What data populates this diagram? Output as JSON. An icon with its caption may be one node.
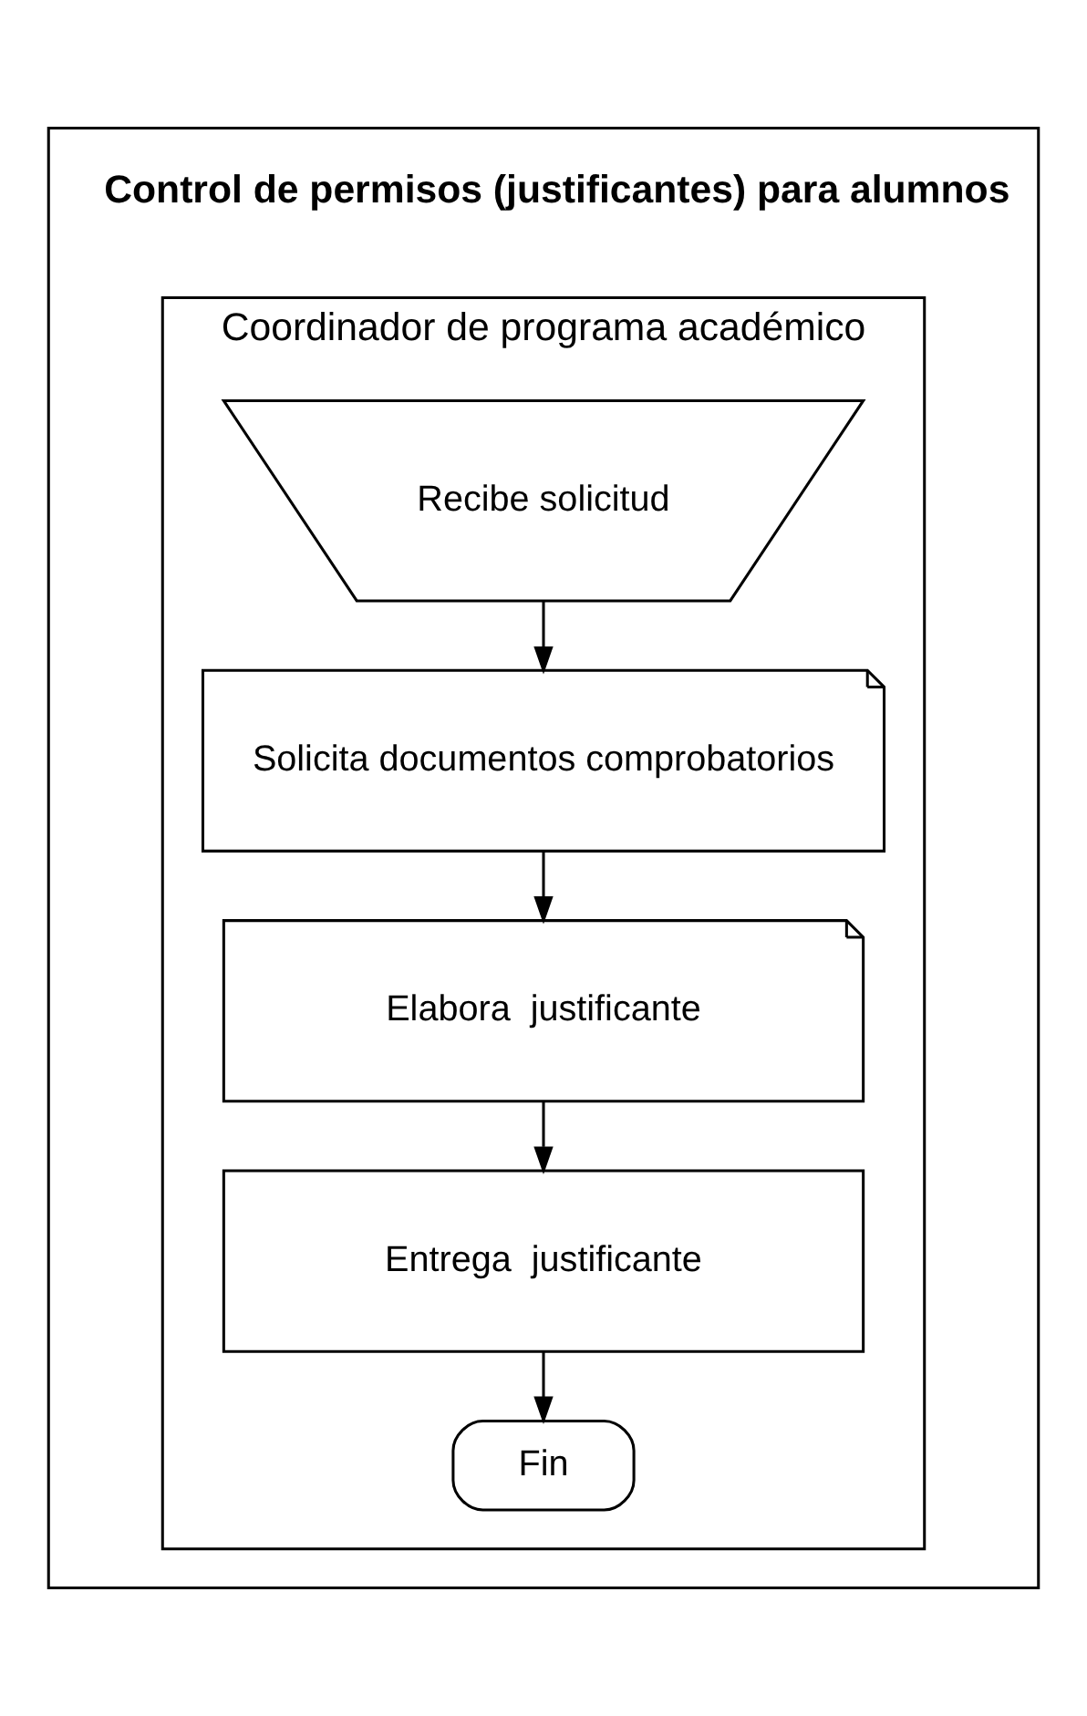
{
  "diagram": {
    "nodes": [
      {
        "text": [
          "Control de permisos (justificantes) para alumnos"
        ]
      },
      {
        "text": [
          "Coordinador de programa académico"
        ],
        "in": 0
      },
      {
        "text": [
          "Recibe solicitud"
        ],
        "in": 1
      },
      {
        "text": [
          "Solicita documentos comprobatorios"
        ],
        "in": 1
      },
      {
        "text": [
          "Elabora  justificante"
        ],
        "in": 1
      },
      {
        "text": [
          "Entrega  justificante"
        ],
        "in": 1
      },
      {
        "text": [
          "Fin"
        ],
        "in": 1
      }
    ],
    "edges": [
      {
        "from": 2,
        "to": 3,
        "arrow": "to"
      },
      {
        "from": 3,
        "to": 4,
        "arrow": "to"
      },
      {
        "from": 4,
        "to": 5,
        "arrow": "to"
      },
      {
        "from": 5,
        "to": 6,
        "arrow": "to"
      }
    ]
  }
}
